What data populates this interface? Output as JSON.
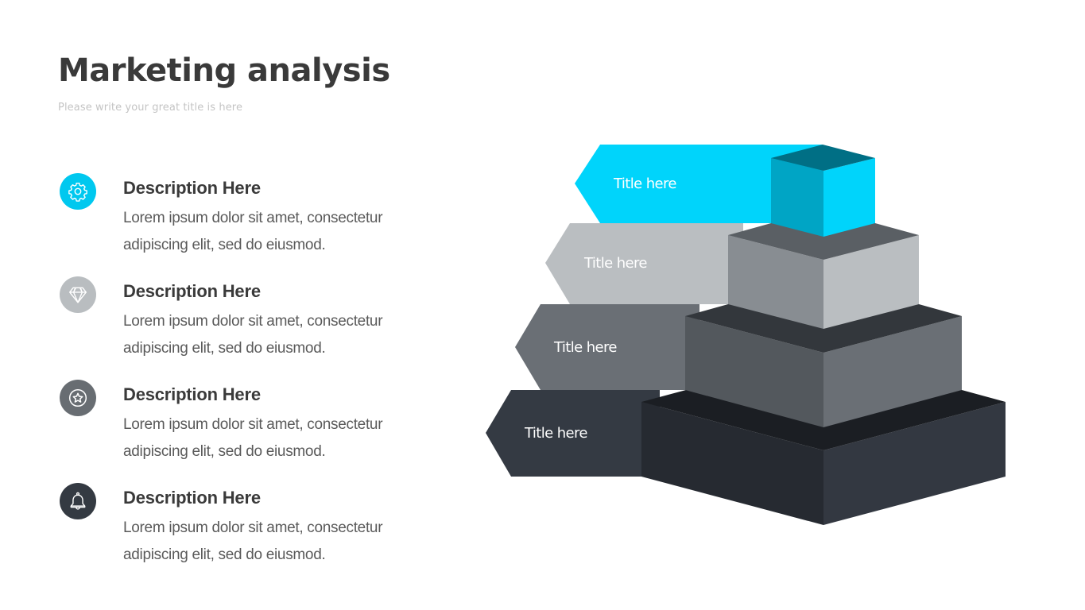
{
  "header": {
    "title": "Marketing analysis",
    "subtitle": "Please write your great title is here"
  },
  "descriptions": [
    {
      "icon": "gear-icon",
      "icon_color": "#00c8ef",
      "heading": "Description Here",
      "body": "Lorem ipsum dolor sit amet, consectetur adipiscing elit, sed do eiusmod."
    },
    {
      "icon": "diamond-icon",
      "icon_color": "#b9bdc0",
      "heading": "Description Here",
      "body": "Lorem ipsum dolor sit amet, consectetur adipiscing elit, sed do eiusmod."
    },
    {
      "icon": "star-badge-icon",
      "icon_color": "#686d72",
      "heading": "Description Here",
      "body": "Lorem ipsum dolor sit amet, consectetur adipiscing elit, sed do eiusmod."
    },
    {
      "icon": "bell-icon",
      "icon_color": "#343a42",
      "heading": "Description Here",
      "body": "Lorem ipsum dolor sit amet, consectetur adipiscing elit, sed do eiusmod."
    }
  ],
  "pyramid": {
    "levels": [
      {
        "label": "Title here",
        "colors": {
          "arrow": "#00d4fb",
          "top": "#006f85",
          "left": "#00a5c5",
          "right": "#00d4fb"
        }
      },
      {
        "label": "Title here",
        "colors": {
          "arrow": "#babec1",
          "top": "#5a5f64",
          "left": "#888d92",
          "right": "#babec1"
        }
      },
      {
        "label": "Title here",
        "colors": {
          "arrow": "#6a6f75",
          "top": "#33373c",
          "left": "#53585d",
          "right": "#6a6f75"
        }
      },
      {
        "label": "Title here",
        "colors": {
          "arrow": "#343a43",
          "top": "#1b1e23",
          "left": "#262a31",
          "right": "#333841"
        }
      }
    ]
  }
}
